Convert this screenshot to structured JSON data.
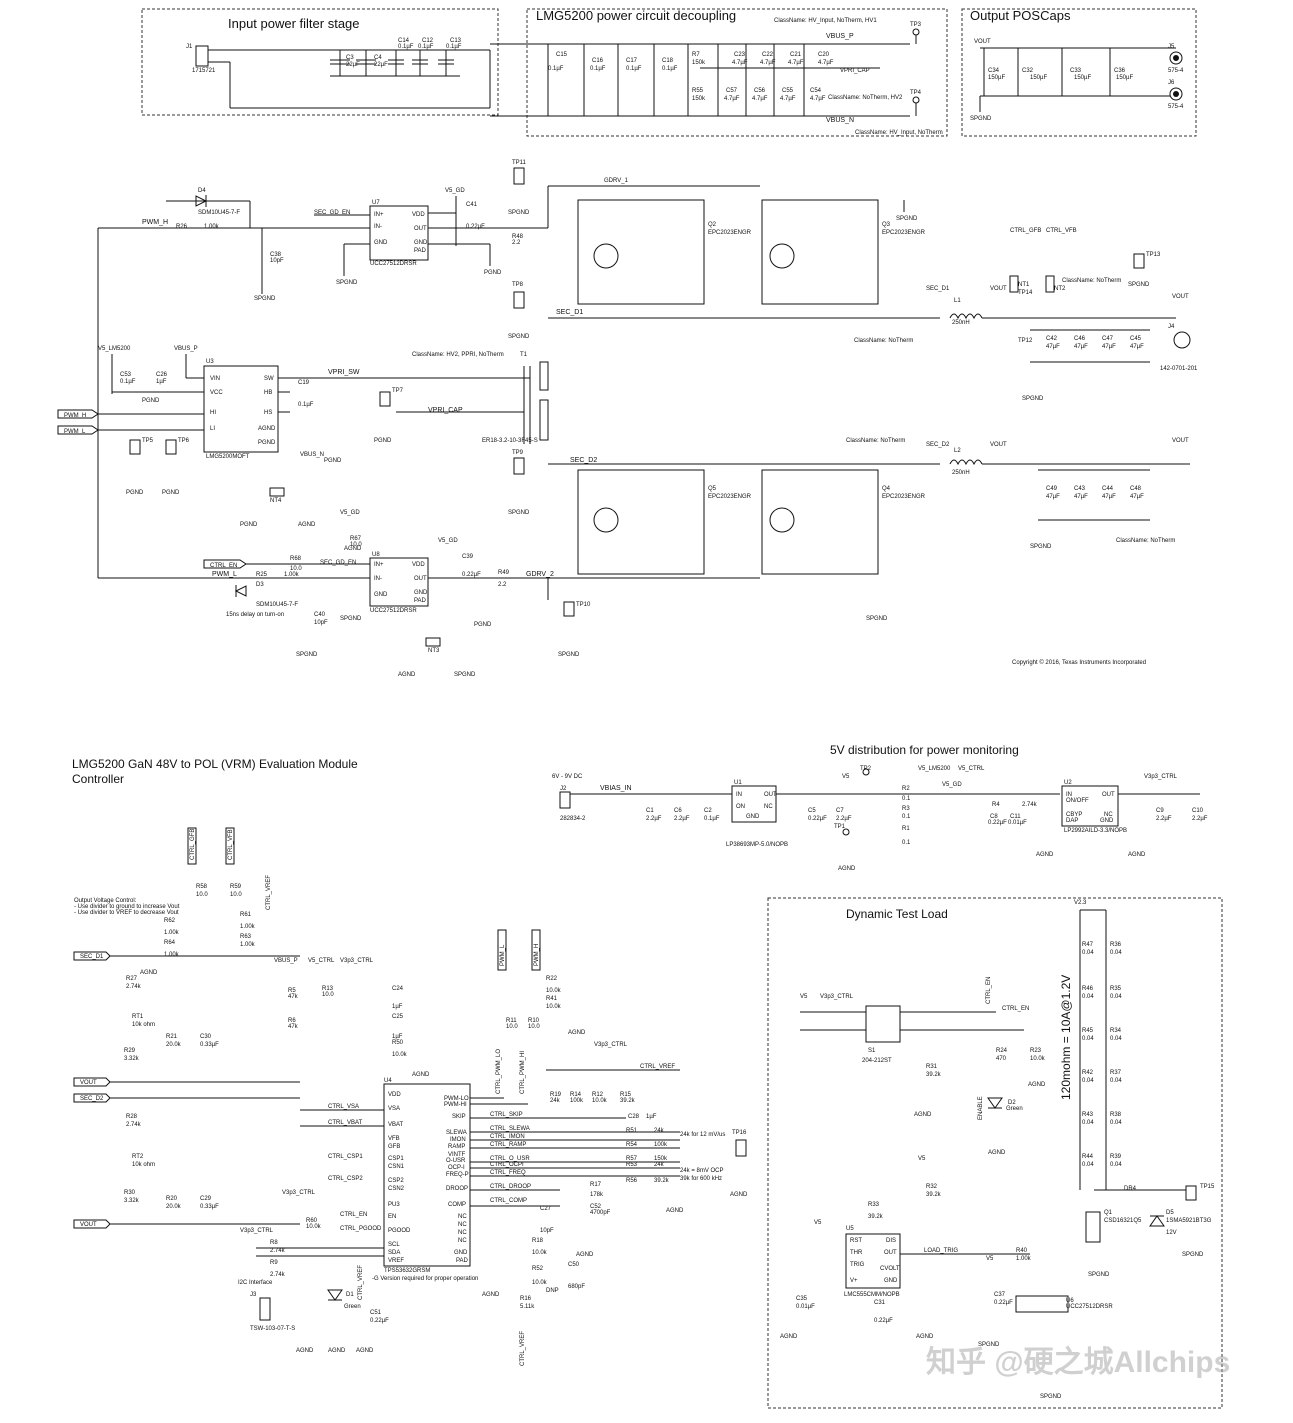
{
  "titles": {
    "input_filter": "Input power filter stage",
    "decoupling": "LMG5200 power circuit decoupling",
    "poscaps": "Output POSCaps",
    "controller_line1": "LMG5200 GaN 48V to POL (VRM) Evaluation Module",
    "controller_line2": "Controller",
    "five_v": "5V distribution for power monitoring",
    "dyn_load": "Dynamic Test Load"
  },
  "copyright": "Copyright © 2016, Texas Instruments Incorporated",
  "watermark": "知乎 @硬之城Allchips",
  "output_voltage_note": {
    "line1": "Output Voltage Control:",
    "line2": "- Use divider to ground to increase Vout",
    "line3": "- Use divider to VREF to decrease Vout"
  },
  "nets": {
    "vbus_p": "VBUS_P",
    "vbus_n": "VBUS_N",
    "vpri_cap": "VPRI_CAP",
    "vpri_sw": "VPRI_SW",
    "vout": "VOUT",
    "pgnd": "PGND",
    "spgnd": "SPGND",
    "agnd": "AGND",
    "gdrv1": "GDRV_1",
    "gdrv2": "GDRV_2",
    "sec_d1": "SEC_D1",
    "sec_d2": "SEC_D2",
    "pwm_h": "PWM_H",
    "pwm_l": "PWM_L",
    "v5_lm5200": "V5_LM5200",
    "v5_gd": "V5_GD",
    "sec_gd_en": "SEC_GD_EN",
    "ctrl_en": "CTRL_EN",
    "vbias_in": "VBIAS_IN",
    "v5_ctrl": "V5_CTRL",
    "v3p3_ctrl": "V3p3_CTRL",
    "v5": "V5",
    "ctrl_vref": "CTRL_VREF",
    "load_trig": "LOAD_TRIG",
    "ctrl_pgood": "CTRL_PGOOD",
    "ctrl_gfb": "CTRL_GFB",
    "ctrl_vfb": "CTRL_VFB"
  },
  "classnames": {
    "hv_input": "ClassName: HV_Input, NoTherm, HV1",
    "hv_input2": "ClassName: HV_Input, NoTherm",
    "notherm_hv2": "ClassName: NoTherm, HV2",
    "notherm": "ClassName: NoTherm",
    "hv2_ppri": "ClassName: HV2, PPRI, NoTherm"
  },
  "parts": {
    "u7": "U7",
    "u8": "U8",
    "ucc": "UCC27512DRSR",
    "u3": "U3",
    "lmg": "LMG5200MOFT",
    "q2": "Q2",
    "q3": "Q3",
    "q4": "Q4",
    "q5": "Q5",
    "epc": "EPC2023ENGR",
    "t1": "T1",
    "er18": "ER18-3.2-10-3F45-S",
    "l1": "L1",
    "l2": "L2",
    "l250": "250nH",
    "j1": "J1",
    "tb": "1715721",
    "j5": "J5",
    "j6": "J6",
    "jack": "575-4",
    "j4": "J4",
    "j4pn": "142-0701-201",
    "d4": "D4",
    "d3": "D3",
    "sdm": "SDM10U45-7-F",
    "delay": "15ns delay on turn-on",
    "u4": "U4",
    "tps": "TPS53632GRSM",
    "tps_note": "-G Version required for proper operation",
    "u1": "U1",
    "lp38": "LP38693MP-5.0/NOPB",
    "u2": "U2",
    "lp29": "LP2992AILD-3.3/NOPB",
    "j2": "J2",
    "j2pn": "282834-2",
    "vdc": "6V - 9V DC",
    "u5": "U5",
    "lmc": "LMC555CMM/NOPB",
    "u6": "U6",
    "s1": "S1",
    "s1pn": "204-212ST",
    "q1": "Q1",
    "q1pn": "CSD16321Q5",
    "d5": "D5",
    "d5pn": "1SMA5921BT3G",
    "d5v": "12V",
    "j3": "J3",
    "j3pn": "TSW-103-07-T-S",
    "i2c": "I2C Interface",
    "load_note": "120mohm = 10A@1.2V",
    "nt": "NT1",
    "nt2": "NT2",
    "nt3": "NT3",
    "nt4": "NT4"
  },
  "filter_caps": [
    {
      "ref": "C14",
      "val": "0.1µF"
    },
    {
      "ref": "C12",
      "val": "0.1µF"
    },
    {
      "ref": "C13",
      "val": "0.1µF"
    },
    {
      "ref": "C3",
      "val": "22µF"
    },
    {
      "ref": "C4",
      "val": "22µF"
    }
  ],
  "decoup_caps": [
    {
      "ref": "C15",
      "val": "0.1µF"
    },
    {
      "ref": "C16",
      "val": "0.1µF"
    },
    {
      "ref": "C17",
      "val": "0.1µF"
    },
    {
      "ref": "C18",
      "val": "0.1µF"
    }
  ],
  "decoup_top": [
    {
      "ref": "C23",
      "val": "4.7µF"
    },
    {
      "ref": "C22",
      "val": "4.7µF"
    },
    {
      "ref": "C21",
      "val": "4.7µF"
    },
    {
      "ref": "C20",
      "val": "4.7µF"
    }
  ],
  "decoup_bot": [
    {
      "ref": "C57",
      "val": "4.7µF"
    },
    {
      "ref": "C56",
      "val": "4.7µF"
    },
    {
      "ref": "C55",
      "val": "4.7µF"
    },
    {
      "ref": "C54",
      "val": "4.7µF"
    }
  ],
  "poscaps": [
    {
      "ref": "C34",
      "val": "150µF"
    },
    {
      "ref": "C32",
      "val": "150µF"
    },
    {
      "ref": "C33",
      "val": "150µF"
    },
    {
      "ref": "C36",
      "val": "150µF"
    }
  ],
  "out_caps_top": [
    {
      "ref": "C42",
      "val": "47µF"
    },
    {
      "ref": "C46",
      "val": "47µF"
    },
    {
      "ref": "C47",
      "val": "47µF"
    },
    {
      "ref": "C45",
      "val": "47µF"
    }
  ],
  "out_caps_bot": [
    {
      "ref": "C49",
      "val": "47µF"
    },
    {
      "ref": "C43",
      "val": "47µF"
    },
    {
      "ref": "C44",
      "val": "47µF"
    },
    {
      "ref": "C48",
      "val": "47µF"
    }
  ],
  "load_resistors": [
    {
      "ref": "R47",
      "val": "0.04"
    },
    {
      "ref": "R36",
      "val": "0.04"
    },
    {
      "ref": "R46",
      "val": "0.04"
    },
    {
      "ref": "R35",
      "val": "0.04"
    },
    {
      "ref": "R45",
      "val": "0.04"
    },
    {
      "ref": "R34",
      "val": "0.04"
    },
    {
      "ref": "R42",
      "val": "0.04"
    },
    {
      "ref": "R37",
      "val": "0.04"
    },
    {
      "ref": "R43",
      "val": "0.04"
    },
    {
      "ref": "R38",
      "val": "0.04"
    },
    {
      "ref": "R44",
      "val": "0.04"
    },
    {
      "ref": "R39",
      "val": "0.04"
    }
  ],
  "u4_left_pins": [
    "VDD",
    "VSA",
    "VBAT",
    "VFB",
    "GFB",
    "CSP1",
    "CSN1",
    "CSP2",
    "CSN2",
    "PU3",
    "PGOOD",
    "EN",
    "SCL",
    "SDA",
    "VREF"
  ],
  "u4_right_pins": [
    "PWM-LO",
    "PWM-HI",
    "SKIP",
    "SLEWA",
    "IMON",
    "RAMP",
    "VINTF",
    "O-USR",
    "OCP-I",
    "FREQ-P",
    "DROOP",
    "COMP",
    "NC",
    "NC",
    "NC",
    "NC",
    "GND",
    "PAD"
  ],
  "ctrl_signals": [
    "CTRL_SKIP",
    "CTRL_SLEWA",
    "CTRL_IMON",
    "CTRL_RAMP",
    "CTRL_O_USR",
    "CTRL_OCPI",
    "CTRL_FREQ",
    "CTRL_DROOP",
    "CTRL_COMP"
  ],
  "notes_right": [
    "24k for 12 mV/us",
    "24k = 8mV OCP",
    "39k for 600 kHz"
  ],
  "test_points": [
    "TP1",
    "TP2",
    "TP3",
    "TP4",
    "TP5",
    "TP6",
    "TP7",
    "TP8",
    "TP9",
    "TP10",
    "TP11",
    "TP12",
    "TP13",
    "TP14",
    "TP15",
    "TP16"
  ]
}
